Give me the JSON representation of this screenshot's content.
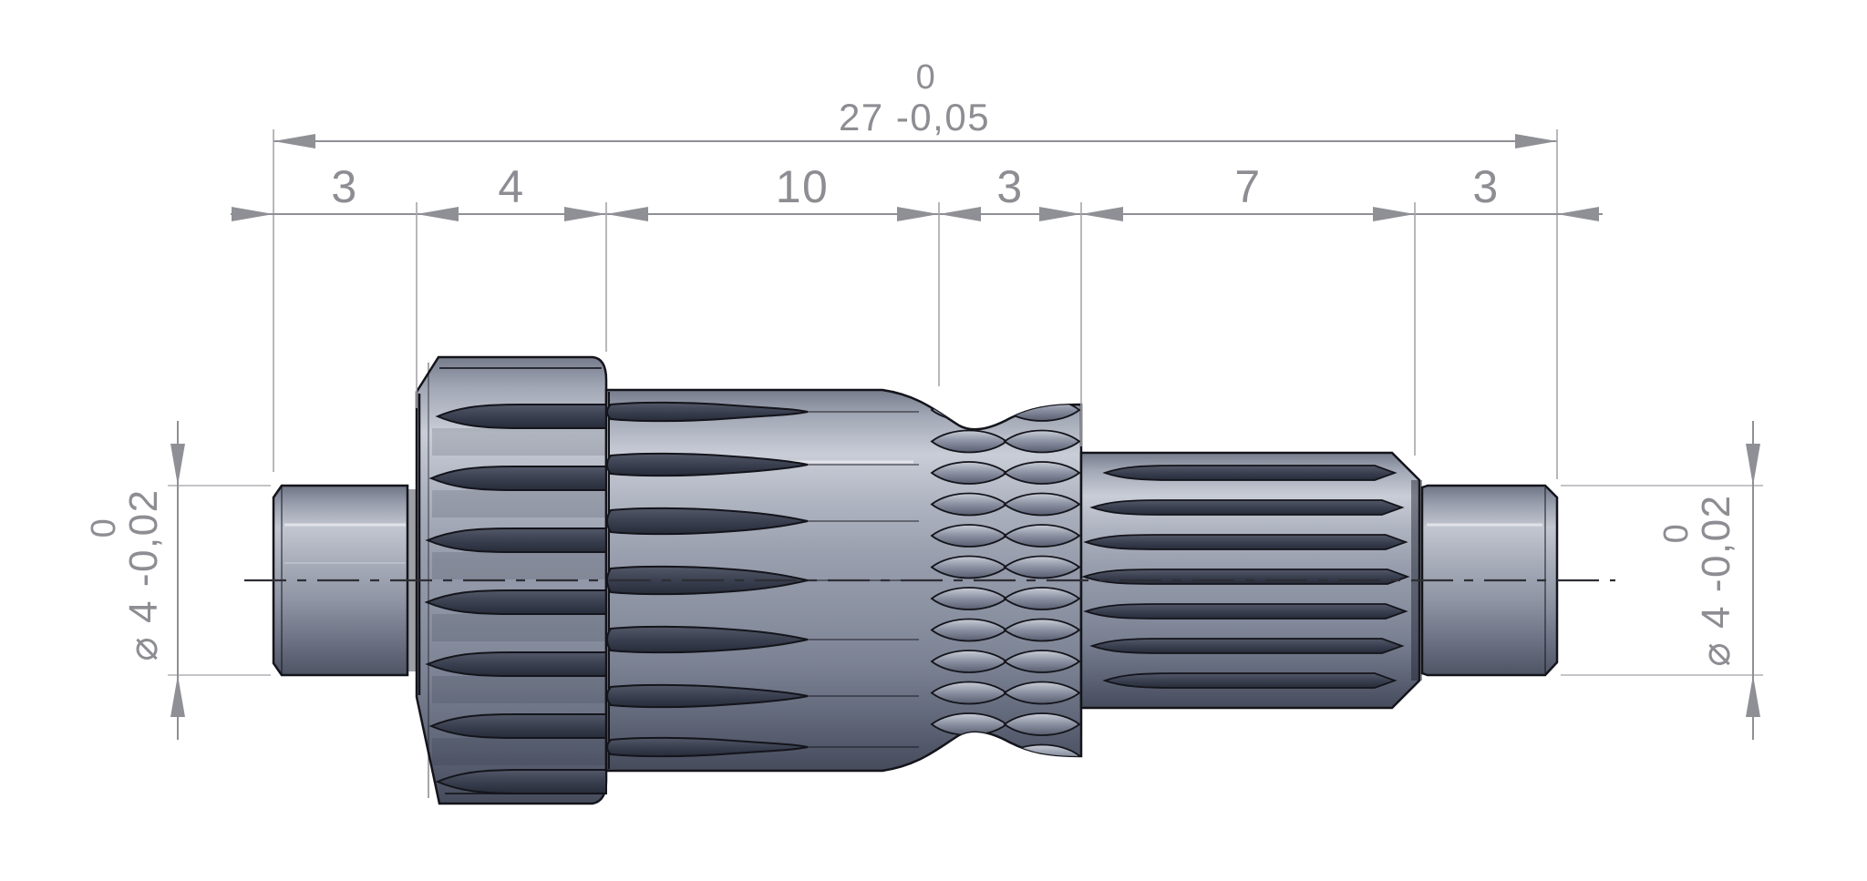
{
  "drawing": {
    "background": "#ffffff",
    "colors": {
      "dim_line": "#8f8f96",
      "ext_line": "#a6a6ac",
      "text": "#8d8d93",
      "outline": "#14141b",
      "steel_light": "#c9cdd7",
      "steel_mid": "#979dac",
      "steel_dark": "#4e5464",
      "groove_dark": "#2e3342",
      "centerline": "#2e2e35"
    },
    "overall_dim": {
      "value": "27",
      "tol_upper": "0",
      "tol_lower": "-0,05",
      "display": "27 -0,05"
    },
    "segment_dims": [
      {
        "label": "3"
      },
      {
        "label": "4"
      },
      {
        "label": "10"
      },
      {
        "label": "3"
      },
      {
        "label": "7"
      },
      {
        "label": "3"
      }
    ],
    "diameter_dims": [
      {
        "side": "left",
        "display": "⌀ 4 -0,02",
        "tol_upper": "0"
      },
      {
        "side": "right",
        "display": "⌀ 4 -0,02",
        "tol_upper": "0"
      }
    ]
  }
}
